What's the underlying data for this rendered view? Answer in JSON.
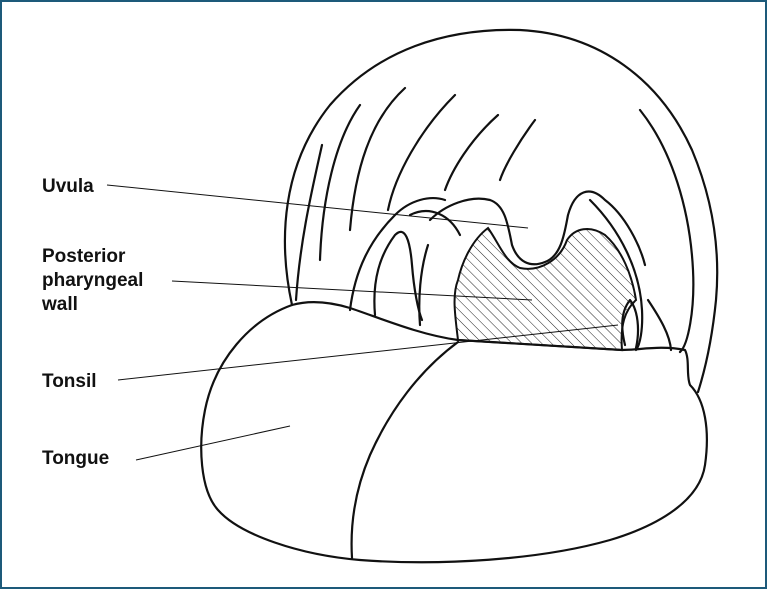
{
  "diagram": {
    "labels": {
      "uvula": "Uvula",
      "posterior_line1": "Posterior",
      "posterior_line2": "pharyngeal",
      "posterior_line3": "wall",
      "tonsil": "Tonsil",
      "tongue": "Tongue"
    },
    "colors": {
      "frame": "#1d5a7a",
      "ink": "#111111",
      "hatch": "#222222"
    }
  }
}
